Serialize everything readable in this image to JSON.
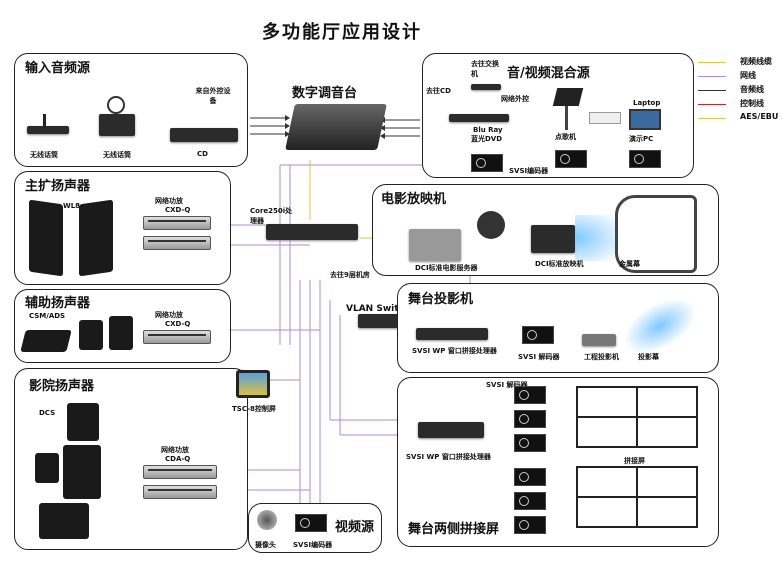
{
  "title": "多功能厅应用设计",
  "legend": [
    {
      "label": "视频线缆",
      "color": "#e8c24a"
    },
    {
      "label": "网线",
      "color": "#b08ad0"
    },
    {
      "label": "音频线",
      "color": "#333333"
    },
    {
      "label": "控制线",
      "color": "#cc2222"
    },
    {
      "label": "AES/EBU",
      "color": "#e8c24a"
    }
  ],
  "sections": {
    "input_audio": {
      "title": "输入音频源",
      "labels": [
        "无线话筒",
        "无线话筒",
        "来自外控设备",
        "CD"
      ]
    },
    "mixer": {
      "title": "数字调音台"
    },
    "av_sources": {
      "title": "音/视频混合源",
      "labels": [
        "去往交换机",
        "去往CD",
        "网络外控",
        "Blu Ray",
        "蓝光DVD",
        "点歌机",
        "Laptop",
        "演示PC",
        "SVSI编码器"
      ]
    },
    "main_spk": {
      "title": "主扩扬声器",
      "labels": [
        "WL8",
        "网络功放",
        "CXD-Q"
      ]
    },
    "core": {
      "label": "Core250i处理器"
    },
    "cinema": {
      "title": "电影放映机",
      "labels": [
        "DCI标准电影服务器",
        "DCI标准放映机",
        "金属幕"
      ]
    },
    "aux_spk": {
      "title": "辅助扬声器",
      "labels": [
        "CSM/ADS",
        "网络功放",
        "CXD-Q"
      ]
    },
    "switch": {
      "labels": [
        "去往9层机房",
        "VLAN Switch"
      ]
    },
    "stage_proj": {
      "title": "舞台投影机",
      "labels": [
        "SVSI WP 窗口拼接处理器",
        "SVSI 解码器",
        "工程投影机",
        "投影幕"
      ]
    },
    "cinema_spk": {
      "title": "影院扬声器",
      "labels": [
        "DCS",
        "网络功放",
        "CDA-Q"
      ]
    },
    "control": {
      "label": "TSC-8控制屏"
    },
    "stage_wall": {
      "title": "舞台两侧拼接屏",
      "labels": [
        "SVSI 解码器",
        "SVSI WP 窗口拼接处理器",
        "拼接屏"
      ]
    },
    "video_src": {
      "title": "视频源",
      "labels": [
        "摄像头",
        "SVSI编码器"
      ]
    }
  }
}
